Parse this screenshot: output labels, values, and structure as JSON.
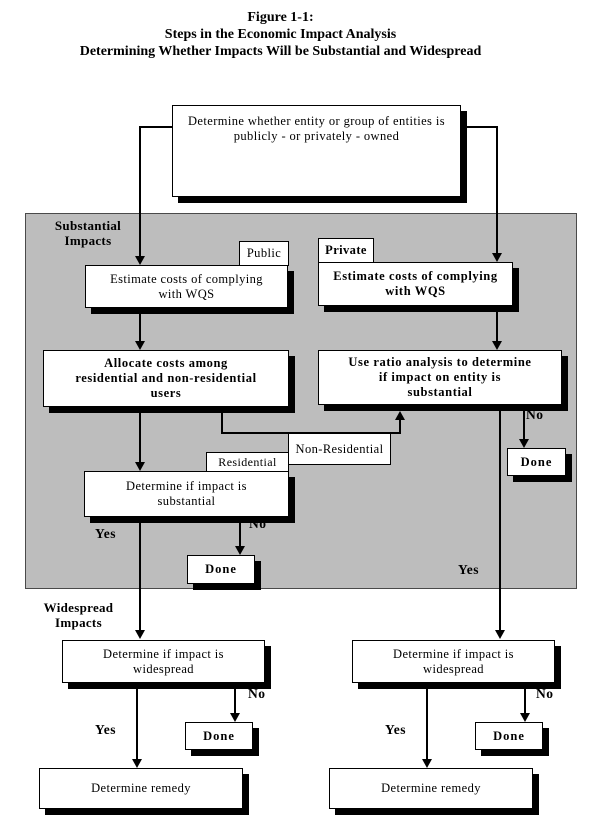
{
  "figure": {
    "title_line1": "Figure 1-1:",
    "title_line2": "Steps in the Economic Impact Analysis",
    "title_line3": "Determining Whether Impacts Will be Substantial and Widespread"
  },
  "root": {
    "text": "Determine whether entity or group of entities is\npublicly - or privately - owned"
  },
  "substantial": {
    "section_label": "Substantial\nImpacts",
    "public": {
      "tab": "Public",
      "estimate": "Estimate costs of complying\nwith WQS",
      "allocate": "Allocate costs among\nresidential and non-residential\nusers",
      "non_residential_tab": "Non-Residential",
      "residential_tab": "Residential",
      "determine": "Determine if impact is\nsubstantial",
      "yes_label": "Yes",
      "no_label": "No",
      "done": "Done"
    },
    "private": {
      "tab": "Private",
      "estimate": "Estimate costs of complying\nwith WQS",
      "ratio": "Use ratio analysis to determine\nif impact on entity is\nsubstantial",
      "yes_label": "Yes",
      "no_label": "No",
      "done": "Done"
    }
  },
  "widespread": {
    "section_label": "Widespread\nImpacts",
    "left": {
      "determine": "Determine if impact is\nwidespread",
      "yes_label": "Yes",
      "no_label": "No",
      "done": "Done",
      "remedy": "Determine remedy"
    },
    "right": {
      "determine": "Determine if impact is\nwidespread",
      "yes_label": "Yes",
      "no_label": "No",
      "done": "Done",
      "remedy": "Determine remedy"
    }
  },
  "colors": {
    "region_fill": "#bdbdbd",
    "box_fill": "#ffffff",
    "line": "#000000",
    "shadow": "#000000"
  }
}
